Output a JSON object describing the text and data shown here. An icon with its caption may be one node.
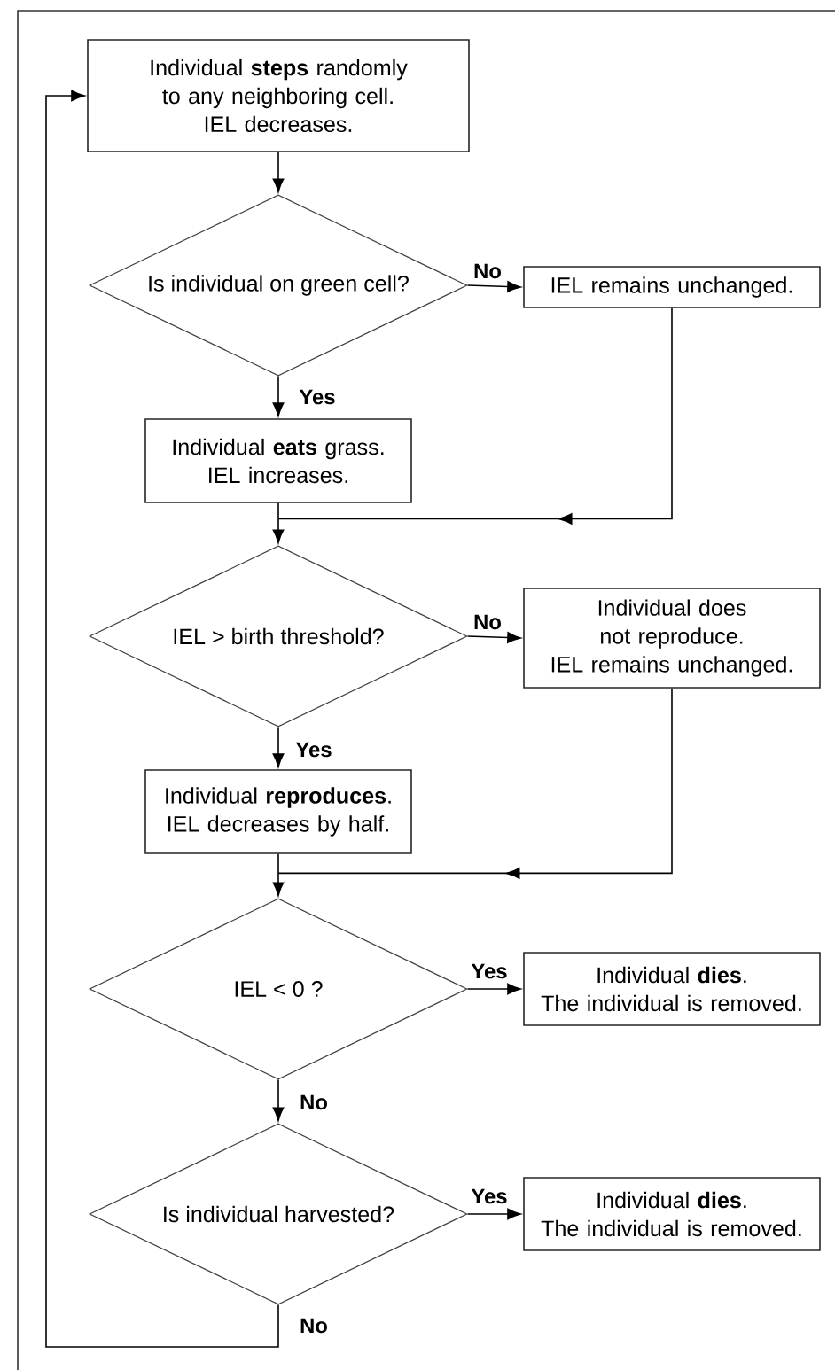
{
  "diagram": {
    "nodes": [
      {
        "text": [
          "Individual **steps** randomly to any neighboring cell. IEL decreases."
        ]
      },
      {
        "text": [
          "Is individual on green cell?"
        ]
      },
      {
        "text": [
          "IEL remains unchanged."
        ]
      },
      {
        "text": [
          "Individual **eats** grass. IEL increases."
        ]
      },
      {
        "text": [
          "IEL > birth threshold?"
        ]
      },
      {
        "text": [
          "Individual does not reproduce. IEL remains unchanged."
        ]
      },
      {
        "text": [
          "Individual **reproduces**. IEL decreases by half."
        ]
      },
      {
        "text": [
          "IEL < 0 ?"
        ]
      },
      {
        "text": [
          "Individual **dies**. The individual is removed."
        ]
      },
      {
        "text": [
          "Is individual harvested?"
        ]
      },
      {
        "text": [
          "Individual **dies**. The individual is removed."
        ]
      }
    ],
    "edges": [
      {
        "from": 0,
        "to": 1,
        "arrow": "to"
      },
      {
        "from": 1,
        "to": 2,
        "arrow": "to",
        "label": "No"
      },
      {
        "from": 1,
        "to": 3,
        "arrow": "to",
        "label": "Yes"
      },
      {
        "from": 3,
        "to": 4,
        "arrow": "to"
      },
      {
        "from": 2,
        "to": 4,
        "arrow": "to"
      },
      {
        "from": 4,
        "to": 5,
        "arrow": "to",
        "label": "No"
      },
      {
        "from": 4,
        "to": 6,
        "arrow": "to",
        "label": "Yes"
      },
      {
        "from": 6,
        "to": 7,
        "arrow": "to"
      },
      {
        "from": 5,
        "to": 7,
        "arrow": "to"
      },
      {
        "from": 7,
        "to": 8,
        "arrow": "to",
        "label": "Yes"
      },
      {
        "from": 7,
        "to": 9,
        "arrow": "to",
        "label": "No"
      },
      {
        "from": 9,
        "to": 10,
        "arrow": "to",
        "label": "Yes"
      },
      {
        "from": 9,
        "to": 0,
        "arrow": "to",
        "label": "No"
      }
    ]
  }
}
